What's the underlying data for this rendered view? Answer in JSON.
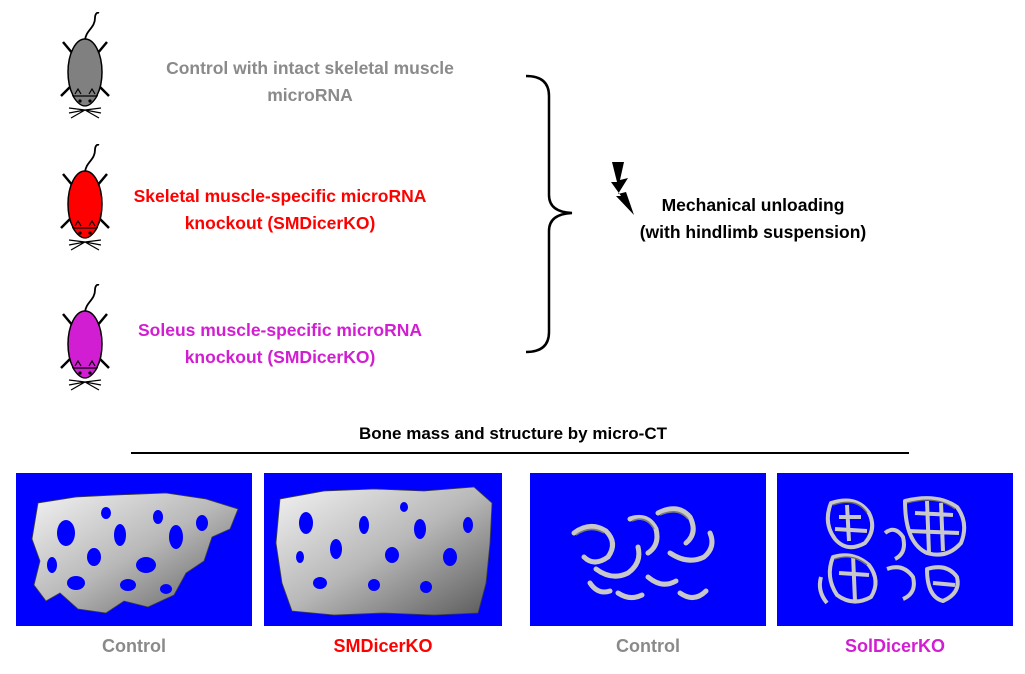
{
  "groups": [
    {
      "label_line1": "Control with intact skeletal muscle",
      "label_line2": "microRNA",
      "color": "#8a8a8a",
      "mouse_color": "#808080"
    },
    {
      "label_line1": "Skeletal muscle-specific microRNA",
      "label_line2": "knockout (SMDicerKO)",
      "color": "#ff0000",
      "mouse_color": "#ff0000"
    },
    {
      "label_line1": "Soleus muscle-specific microRNA",
      "label_line2": "knockout (SMDicerKO)",
      "color": "#d21ed2",
      "mouse_color": "#d21ed2"
    }
  ],
  "unloading": {
    "line1": "Mechanical unloading",
    "line2": "(with hindlimb suspension)",
    "icon": "lightning-icon"
  },
  "section_title": "Bone mass and structure by micro-CT",
  "panels": [
    {
      "label": "Control",
      "label_color": "#8a8a8a",
      "view": "side"
    },
    {
      "label": "SMDicerKO",
      "label_color": "#ff0000",
      "view": "side"
    },
    {
      "label": "Control",
      "label_color": "#8a8a8a",
      "view": "cross"
    },
    {
      "label": "SolDicerKO",
      "label_color": "#d21ed2",
      "view": "cross"
    }
  ],
  "panel_background": "#0000ff"
}
